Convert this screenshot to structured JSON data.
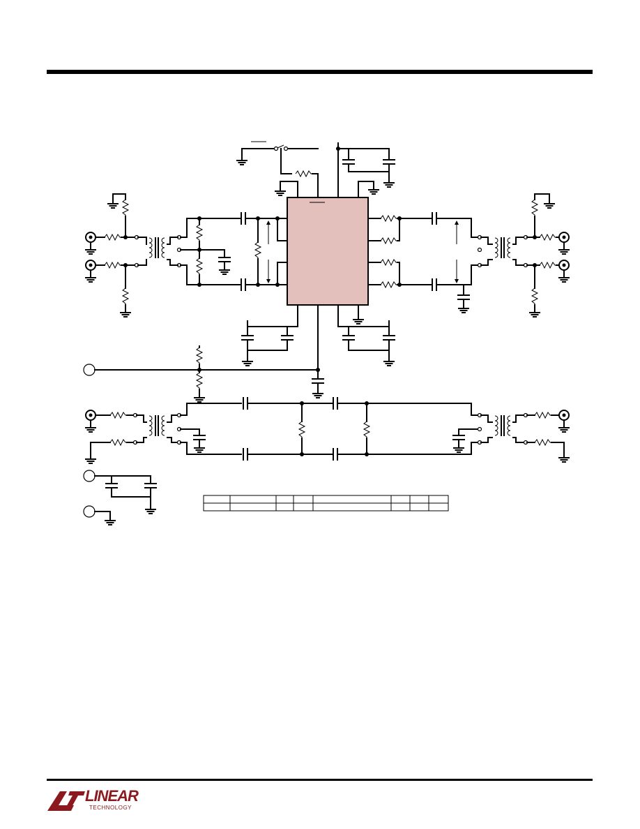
{
  "header": {
    "rule": "top-rule"
  },
  "diagram": {
    "ic_fill": "#e3c0bb",
    "wire_color": "#000000"
  },
  "footer": {
    "logo_name": "LINEAR",
    "logo_sub": "TECHNOLOGY",
    "brand_color": "#8b1a1e",
    "logo_icon": "linear-technology-logo-icon"
  }
}
